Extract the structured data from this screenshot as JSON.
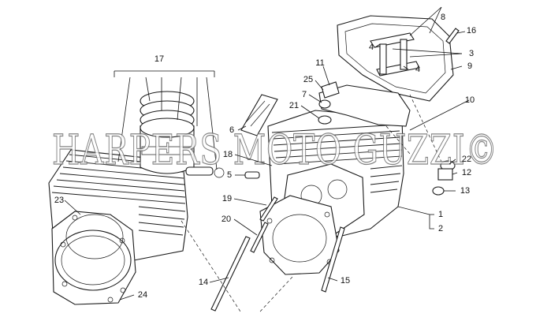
{
  "watermark": "HARPERS MOTO GUZZI©",
  "callouts": {
    "c1": "1",
    "c2": "2",
    "c3": "3",
    "c4a": "4",
    "c4b": "4",
    "c5": "5",
    "c6": "6",
    "c7": "7",
    "c8": "8",
    "c9": "9",
    "c10": "10",
    "c11": "11",
    "c12": "12",
    "c13": "13",
    "c14": "14",
    "c15": "15",
    "c16": "16",
    "c17": "17",
    "c18": "18",
    "c19": "19",
    "c20": "20",
    "c21": "21",
    "c22": "22",
    "c23": "23",
    "c24": "24",
    "c25": "25"
  }
}
